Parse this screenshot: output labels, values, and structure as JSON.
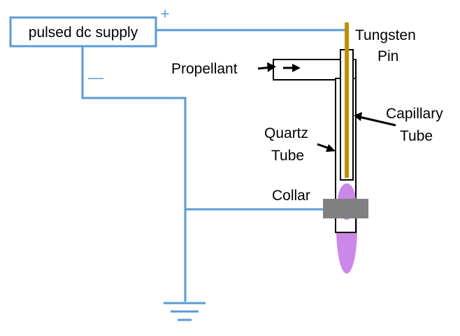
{
  "labels": {
    "supply": "pulsed dc supply",
    "plus": "+",
    "minus": "—",
    "tungsten_line1": "Tungsten",
    "tungsten_line2": "Pin",
    "propellant": "Propellant",
    "capillary_line1": "Capillary",
    "capillary_line2": "Tube",
    "quartz_line1": "Quartz",
    "quartz_line2": "Tube",
    "collar": "Collar"
  },
  "colors": {
    "wire": "#5b9bd5",
    "tungsten_pin": "#bf9000",
    "collar": "#808080",
    "plasma": "#cc88e8",
    "outline": "#000000",
    "text": "#000000"
  }
}
